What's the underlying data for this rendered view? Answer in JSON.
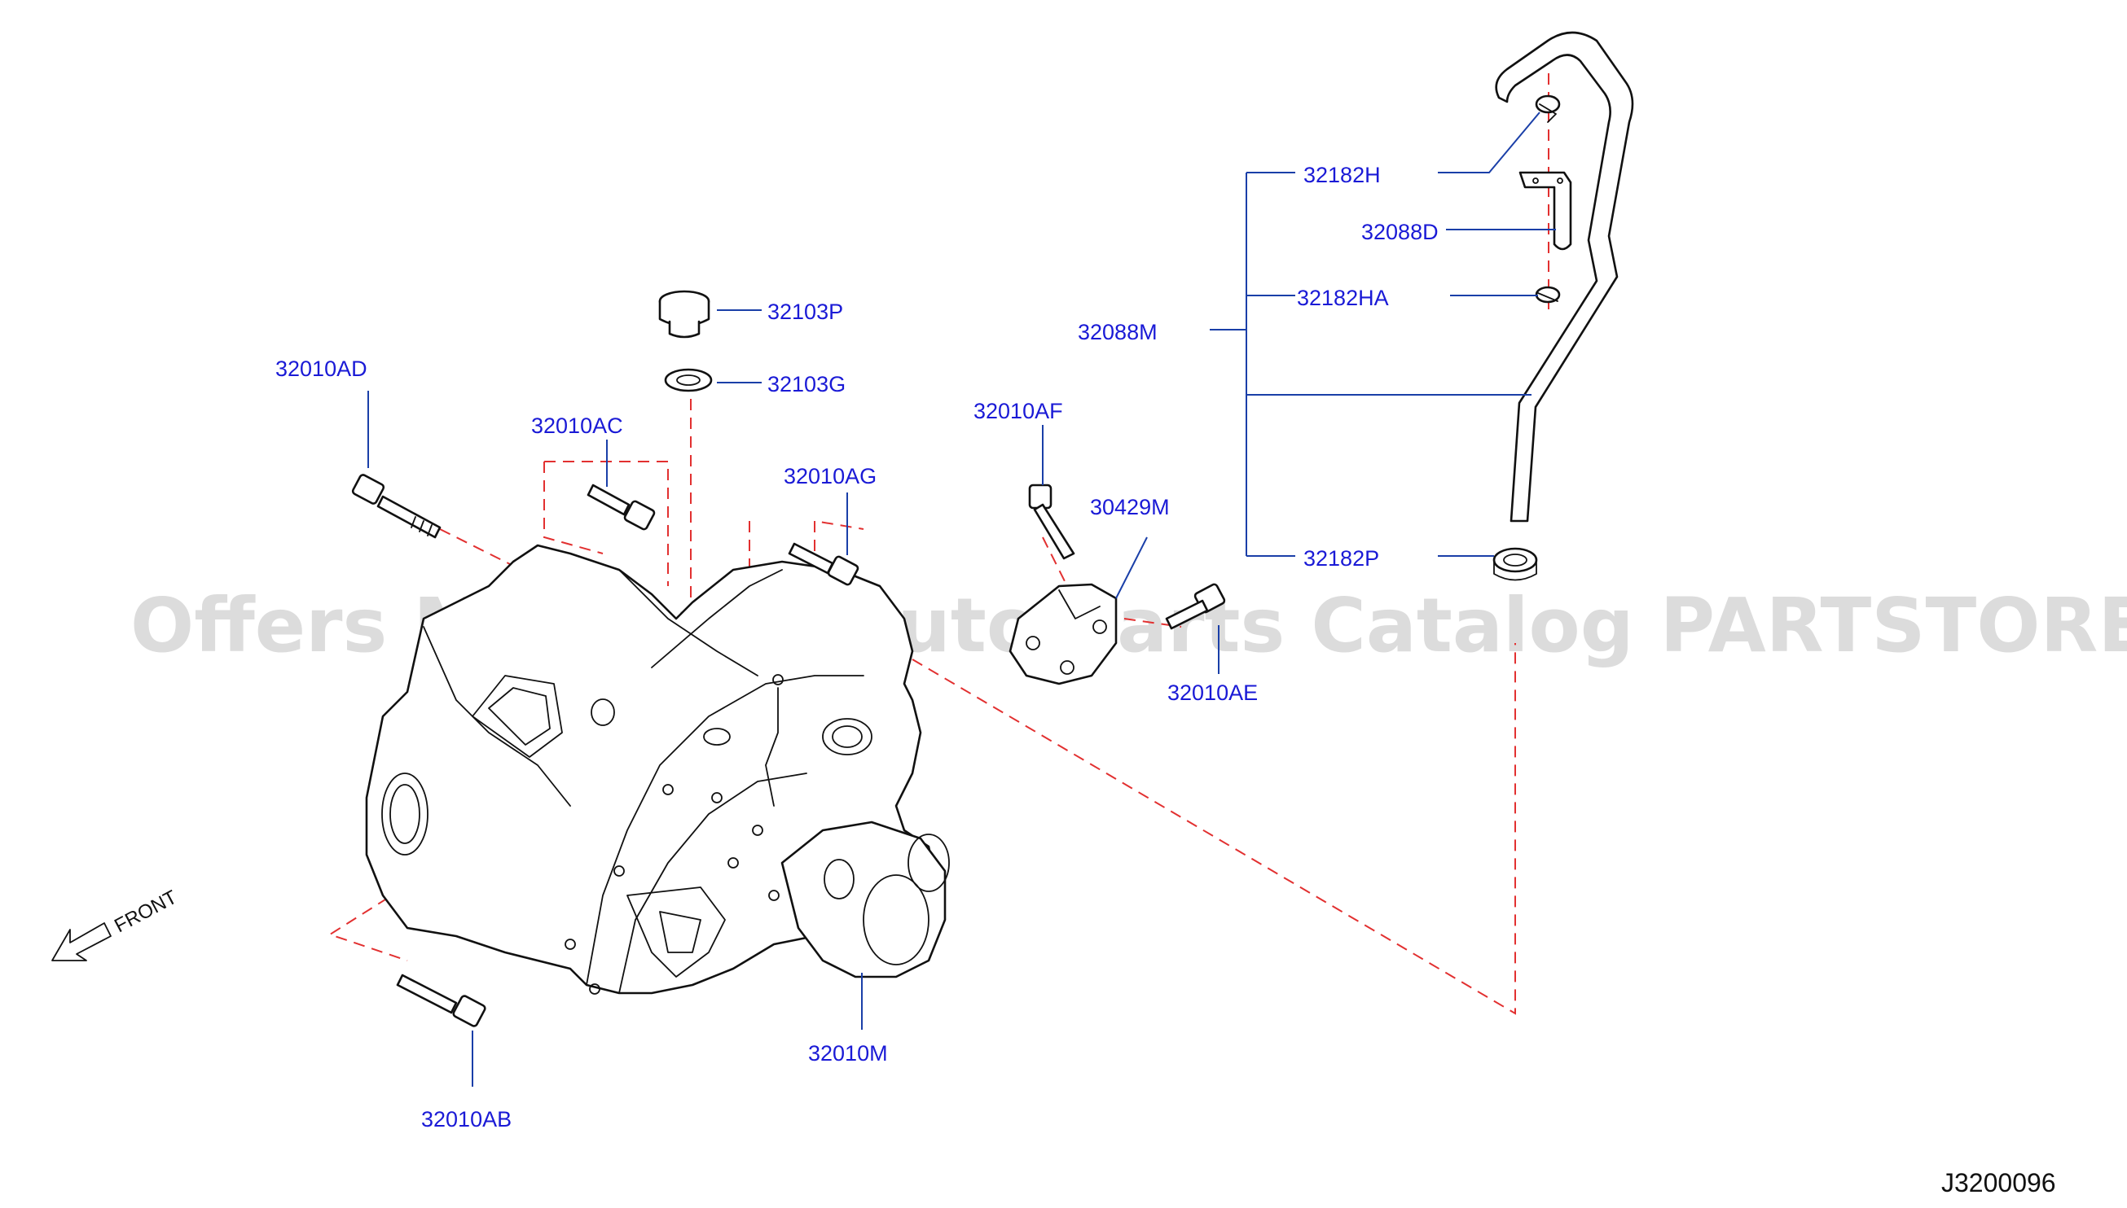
{
  "diagram": {
    "code": "J3200096",
    "front_label": "FRONT",
    "watermark": "Offers Merchant Auto Parts Catalog PARTSTORE.SA"
  },
  "parts": {
    "p32010AD": "32010AD",
    "p32010AC": "32010AC",
    "p32103P": "32103P",
    "p32103G": "32103G",
    "p32010AG": "32010AG",
    "p32010AF": "32010AF",
    "p30429M": "30429M",
    "p32010AE": "32010AE",
    "p32088M": "32088M",
    "p32182H": "32182H",
    "p32088D": "32088D",
    "p32182HA": "32182HA",
    "p32182P": "32182P",
    "p32010M": "32010M",
    "p32010AB": "32010AB"
  },
  "colors": {
    "label": "#1a1ad6",
    "leader": "#1a3fa8",
    "dashed_line": "#e23030",
    "outline": "#111111"
  },
  "icons": [
    "front-arrow-icon"
  ]
}
